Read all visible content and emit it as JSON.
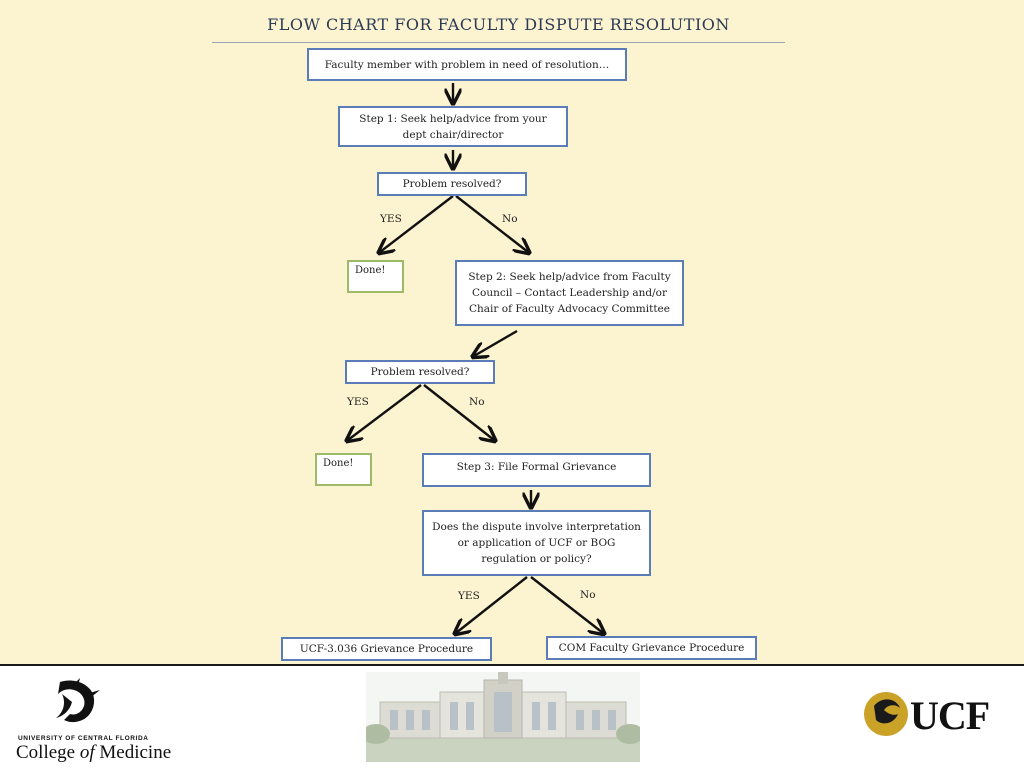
{
  "title": "FLOW CHART FOR FACULTY DISPUTE RESOLUTION",
  "nodes": {
    "start": "Faculty member with problem in need of resolution…",
    "step1": "Step 1:  Seek help/advice from your dept chair/director",
    "q1": "Problem resolved?",
    "done1": "Done!",
    "step2": "Step 2:  Seek help/advice from Faculty Council – Contact Leadership and/or Chair of Faculty Advocacy Committee",
    "q2": "Problem resolved?",
    "done2": "Done!",
    "step3": "Step 3:  File Formal Grievance",
    "q3": "Does the dispute involve interpretation or application of UCF or BOG regulation or policy?",
    "ucf_proc": "UCF-3.036 Grievance Procedure",
    "com_proc": "COM Faculty Grievance Procedure"
  },
  "edge_labels": {
    "q1_yes": "YES",
    "q1_no": "No",
    "q2_yes": "YES",
    "q2_no": "No",
    "q3_yes": "YES",
    "q3_no": "No"
  },
  "footer": {
    "com_small": "UNIVERSITY OF CENTRAL FLORIDA",
    "com_college": "College ",
    "com_of": "of",
    "com_medicine": " Medicine",
    "ucf_logo_text": "UCF"
  },
  "colors": {
    "background": "#fcf3d1",
    "box_border": "#5a7db8",
    "done_border": "#9dbb67",
    "ucf_gold": "#c9a227"
  },
  "icons": [
    "pegasus-logo-icon",
    "campus-building-image",
    "ucf-pegasus-icon"
  ]
}
